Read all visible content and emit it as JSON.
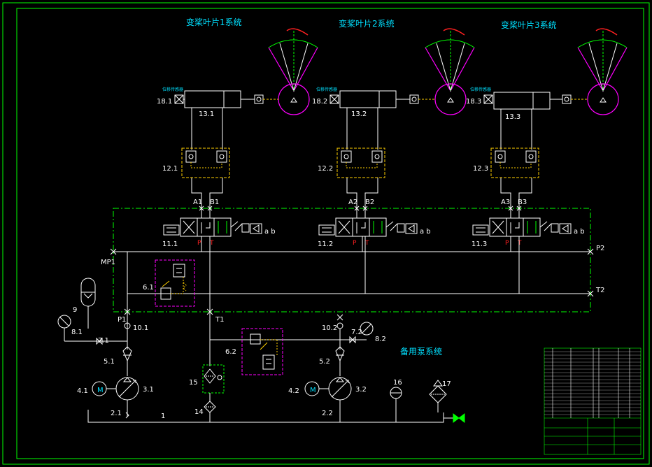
{
  "titles": {
    "sys1": "变桨叶片1系统",
    "sys2": "变桨叶片2系统",
    "sys3": "变桨叶片3系统",
    "backup": "备用泵系统"
  },
  "sensor_label": "位移传感器",
  "labels": {
    "s181": "18.1",
    "s182": "18.2",
    "s183": "18.3",
    "c131": "13.1",
    "c132": "13.2",
    "c133": "13.3",
    "v121": "12.1",
    "v122": "12.2",
    "v123": "12.3",
    "v111": "11.1",
    "v112": "11.2",
    "v113": "11.3",
    "a1": "A1",
    "b1": "B1",
    "a2": "A2",
    "b2": "B2",
    "a3": "A3",
    "b3": "B3",
    "ab1": "a b",
    "ab2": "a b",
    "ab3": "a b",
    "p2": "P2",
    "t2": "T2",
    "mp1": "MP1",
    "p1": "P1",
    "t1": "T1",
    "r61": "6.1",
    "r62": "6.2",
    "n9": "9",
    "n81": "8.1",
    "n71": "7.1",
    "n101": "10.1",
    "n102": "10.2",
    "n72": "7.2",
    "n82": "8.2",
    "n51": "5.1",
    "n52": "5.2",
    "n41": "4.1",
    "n42": "4.2",
    "n31": "3.1",
    "n32": "3.2",
    "n21": "2.1",
    "n22": "2.2",
    "n1": "1",
    "n15": "15",
    "n14": "14",
    "n16": "16",
    "n17": "17",
    "m1": "M",
    "m2": "M",
    "pt1": "P",
    "tt1": "T",
    "pt2": "P",
    "tt2": "T",
    "pt3": "P",
    "tt3": "T"
  },
  "colors": {
    "line": "#ffffff",
    "border": "#00ff00",
    "dash": "#00ff00",
    "yellow": "#ffd000",
    "magenta": "#ff00ff",
    "cyan": "#00e0ff",
    "red": "#ff2020"
  }
}
